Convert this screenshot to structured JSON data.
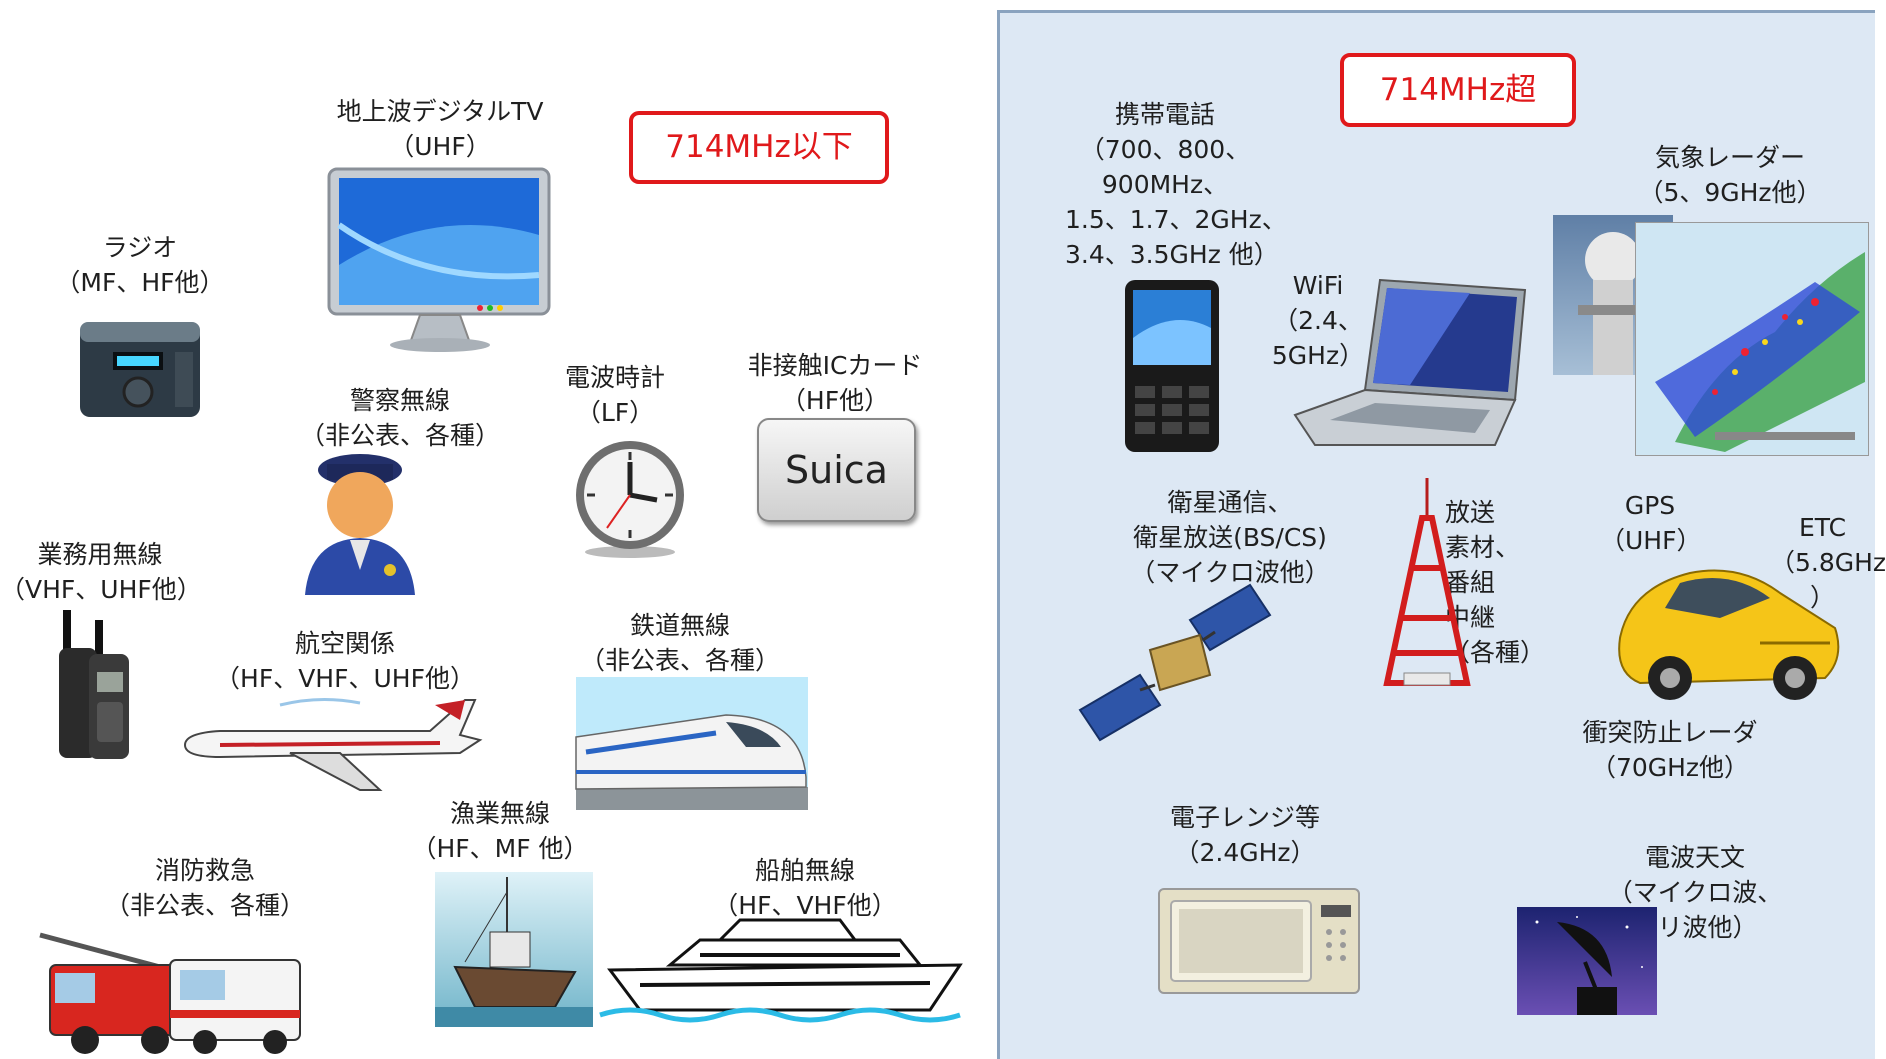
{
  "bands": {
    "low": "714MHz以下",
    "high": "714MHz超"
  },
  "left": {
    "tv": [
      "地上波デジタルTV",
      "（UHF）"
    ],
    "radio": [
      "ラジオ",
      "（MF、HF他）"
    ],
    "police": [
      "警察無線",
      "（非公表、各種）"
    ],
    "clock": [
      "電波時計",
      "（LF）"
    ],
    "iccard": [
      "非接触ICカード",
      "（HF他）"
    ],
    "suica": "Suica",
    "business": [
      "業務用無線",
      "（VHF、UHF他）"
    ],
    "aviation": [
      "航空関係",
      "（HF、VHF、UHF他）"
    ],
    "railway": [
      "鉄道無線",
      "（非公表、各種）"
    ],
    "fishery": [
      "漁業無線",
      "（HF、MF 他）"
    ],
    "fire": [
      "消防救急",
      "（非公表、各種）"
    ],
    "ship": [
      "船舶無線",
      "（HF、VHF他）"
    ]
  },
  "right": {
    "mobile": [
      "携帯電話",
      "（700、800、",
      "900MHz、",
      "1.5、1.7、2GHz、",
      "3.4、3.5GHz 他）"
    ],
    "wifi": [
      "WiFi",
      "（2.4、",
      "5GHz）"
    ],
    "radar": [
      "気象レーダー",
      "（5、9GHz他）"
    ],
    "satellite": [
      "衛星通信、",
      "衛星放送(BS/CS)",
      "（マイクロ波他）"
    ],
    "broadcast": [
      "放送",
      "素材、",
      "番組",
      "中継",
      "（各種）"
    ],
    "gps": [
      "GPS",
      "（UHF）"
    ],
    "etc": [
      "ETC",
      "（5.8GHz",
      "）"
    ],
    "collision": [
      "衝突防止レーダ",
      "（70GHz他）"
    ],
    "microwave": [
      "電子レンジ等",
      "（2.4GHz）"
    ],
    "astronomy": [
      "電波天文",
      "（マイクロ波、",
      "ミリ波他）"
    ]
  },
  "colors": {
    "accent": "#e0191b",
    "panel": "#dde8f4"
  }
}
